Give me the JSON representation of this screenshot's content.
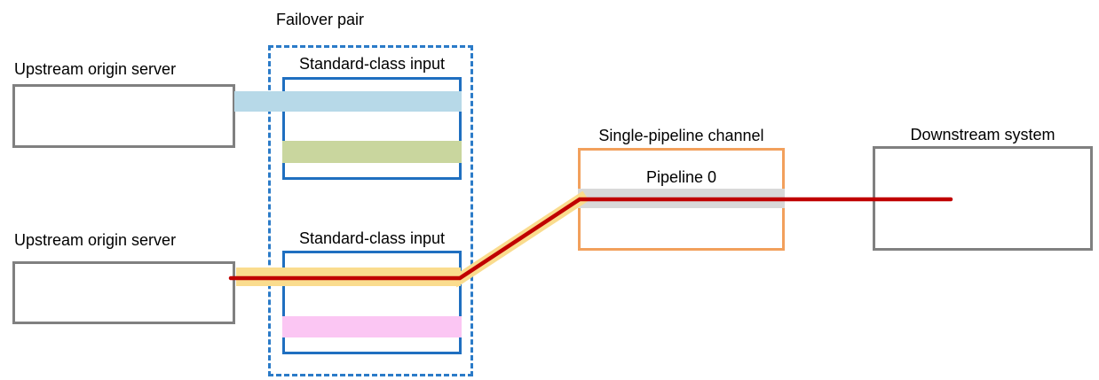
{
  "diagram": {
    "failover_group": {
      "label": "Failover pair"
    },
    "upstream_servers": [
      {
        "label": "Upstream origin server"
      },
      {
        "label": "Upstream origin server"
      }
    ],
    "inputs": [
      {
        "label": "Standard-class input"
      },
      {
        "label": "Standard-class input"
      }
    ],
    "channel": {
      "label": "Single-pipeline channel",
      "pipeline": {
        "label": "Pipeline 0"
      }
    },
    "downstream": {
      "label": "Downstream system"
    }
  },
  "colors": {
    "text_black": "#000000",
    "box_border_gray": "#808080",
    "input_border_blue": "#1F6FC0",
    "failover_dash_blue": "#2B7BC8",
    "channel_border_orange": "#F2A05C",
    "band_blue": "#B7D9E8",
    "band_olive": "#C9D69E",
    "band_pink": "#FBC6F3",
    "band_gray": "#D8D8D8",
    "highlight_yellow": "#FADC8E",
    "stream_red": "#C00000"
  }
}
